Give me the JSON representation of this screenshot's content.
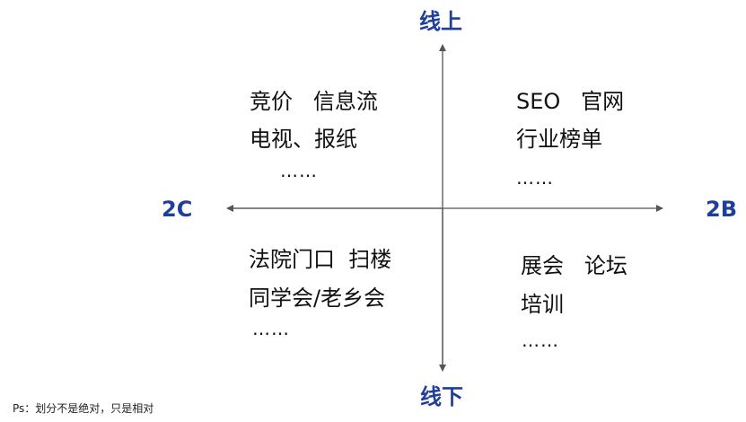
{
  "axes": {
    "top": "线上",
    "bottom": "线下",
    "left": "2C",
    "right": "2B",
    "color": "#1f3f9a",
    "line_color": "#555555"
  },
  "quadrants": {
    "top_left": {
      "lines": [
        "竞价   信息流",
        "电视、报纸"
      ],
      "ellipsis": "……"
    },
    "top_right": {
      "lines": [
        "SEO   官网",
        "行业榜单"
      ],
      "ellipsis": "……"
    },
    "bottom_left": {
      "lines": [
        "法院门口  扫楼",
        "同学会/老乡会"
      ],
      "ellipsis": "……"
    },
    "bottom_right": {
      "lines": [
        "展会   论坛",
        "培训"
      ],
      "ellipsis": "……"
    }
  },
  "note": "Ps：划分不是绝对，只是相对"
}
